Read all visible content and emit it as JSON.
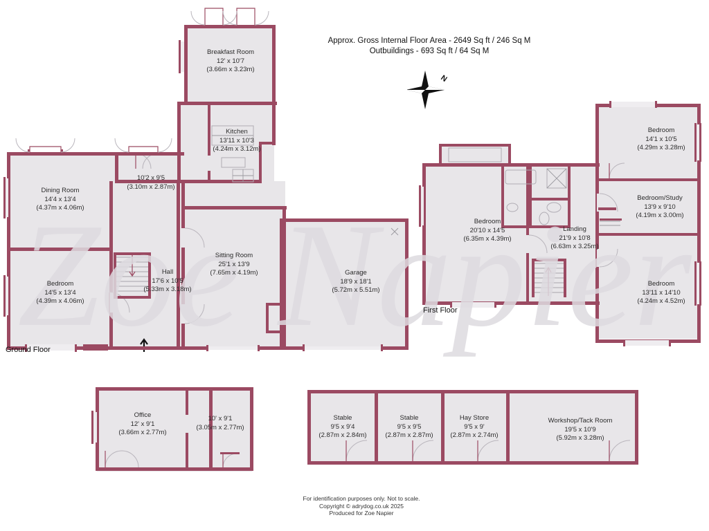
{
  "header": {
    "area_line1": "Approx. Gross Internal Floor Area - 2649 Sq ft / 246 Sq M",
    "area_line2": "Outbuildings - 693 Sq ft / 64 Sq M"
  },
  "compass": {
    "north_label": "N",
    "icon": "compass-star-icon"
  },
  "watermark": {
    "text": "Zoe Napier"
  },
  "floors": [
    {
      "id": "ground",
      "label": "Ground Floor"
    },
    {
      "id": "first",
      "label": "First Floor"
    }
  ],
  "rooms": {
    "ground": [
      {
        "name": "Breakfast Room",
        "imperial": "12' x 10'7",
        "metric": "(3.66m x 3.23m)"
      },
      {
        "name": "Kitchen",
        "imperial": "13'11 x 10'3",
        "metric": "(4.24m x 3.12m)"
      },
      {
        "name": "",
        "imperial": "10'2 x 9'5",
        "metric": "(3.10m x 2.87m)"
      },
      {
        "name": "Dining Room",
        "imperial": "14'4 x 13'4",
        "metric": "(4.37m x 4.06m)"
      },
      {
        "name": "Bedroom",
        "imperial": "14'5 x 13'4",
        "metric": "(4.39m x 4.06m)"
      },
      {
        "name": "Hall",
        "imperial": "17'6 x 10'5",
        "metric": "(5.33m x 3.18m)"
      },
      {
        "name": "Sitting Room",
        "imperial": "25'1 x 13'9",
        "metric": "(7.65m x 4.19m)"
      },
      {
        "name": "Garage",
        "imperial": "18'9 x 18'1",
        "metric": "(5.72m x 5.51m)"
      }
    ],
    "first": [
      {
        "name": "Bedroom",
        "imperial": "20'10 x 14'5",
        "metric": "(6.35m x 4.39m)"
      },
      {
        "name": "Landing",
        "imperial": "21'9 x 10'8",
        "metric": "(6.63m x 3.25m)"
      },
      {
        "name": "Bedroom",
        "imperial": "14'1 x 10'5",
        "metric": "(4.29m x 3.28m)"
      },
      {
        "name": "Bedroom/Study",
        "imperial": "13'9 x 9'10",
        "metric": "(4.19m x 3.00m)"
      },
      {
        "name": "Bedroom",
        "imperial": "13'11 x 14'10",
        "metric": "(4.24m x 4.52m)"
      }
    ],
    "outbuildings": [
      {
        "name": "Office",
        "imperial": "12' x 9'1",
        "metric": "(3.66m x 2.77m)"
      },
      {
        "name": "",
        "imperial": "10' x 9'1",
        "metric": "(3.05m x 2.77m)"
      },
      {
        "name": "Stable",
        "imperial": "9'5 x 9'4",
        "metric": "(2.87m x 2.84m)"
      },
      {
        "name": "Stable",
        "imperial": "9'5 x 9'5",
        "metric": "(2.87m x 2.87m)"
      },
      {
        "name": "Hay Store",
        "imperial": "9'5 x 9'",
        "metric": "(2.87m x 2.74m)"
      },
      {
        "name": "Workshop/Tack Room",
        "imperial": "19'5 x 10'9",
        "metric": "(5.92m x 3.28m)"
      }
    ]
  },
  "footer": {
    "line1": "For identification purposes only. Not to scale.",
    "line2": "Copyright © adrydog.co.uk 2025",
    "line3": "Produced for Zoe Napier"
  },
  "colors": {
    "wall": "#9b4a62",
    "wall_dark": "#7d3850",
    "fill": "#e8e6e9",
    "fill_light": "#efedf0",
    "text": "#2b2b2b",
    "watermark": "#d9d7dc",
    "compass": "#111111"
  }
}
